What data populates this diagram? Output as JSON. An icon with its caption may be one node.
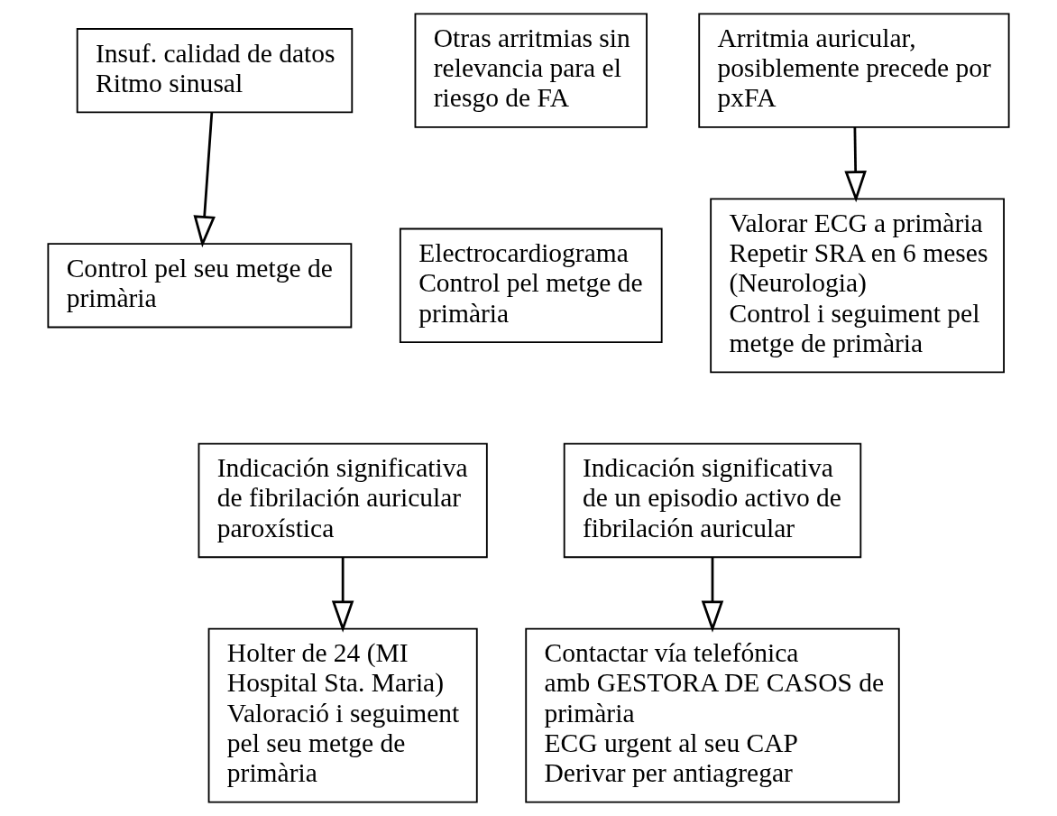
{
  "diagram": {
    "nodes": [
      {
        "text": [
          "Insuf. calidad de datos",
          "Ritmo sinusal"
        ]
      },
      {
        "text": [
          "Otras arritmias sin relevancia para el riesgo de FA"
        ]
      },
      {
        "text": [
          "Arritmia auricular, posiblemente precede por pxFA"
        ]
      },
      {
        "text": [
          "Control pel seu metge de primària"
        ]
      },
      {
        "text": [
          "Electrocardiograma",
          "Control pel metge de primària"
        ]
      },
      {
        "text": [
          "Valorar ECG a primària",
          "Repetir SRA en 6 meses (Neurologia)",
          "Control i seguiment pel metge de primària"
        ]
      },
      {
        "text": [
          "Indicación significativa de fibrilación auricular paroxística"
        ]
      },
      {
        "text": [
          "Indicación significativa de un episodio activo de fibrilación auricular"
        ]
      },
      {
        "text": [
          "Holter de 24 (MI Hospital Sta. Maria)",
          "Valoració i seguiment pel seu metge de primària"
        ]
      },
      {
        "text": [
          "Contactar vía telefónica amb GESTORA DE CASOS de primària",
          "ECG urgent al seu CAP",
          "Derivar per antiagregar"
        ]
      }
    ],
    "edges": [
      {
        "from": 0,
        "to": 3,
        "arrow": "to"
      },
      {
        "from": 2,
        "to": 5,
        "arrow": "to"
      },
      {
        "from": 6,
        "to": 8,
        "arrow": "to"
      },
      {
        "from": 7,
        "to": 9,
        "arrow": "to"
      }
    ]
  }
}
